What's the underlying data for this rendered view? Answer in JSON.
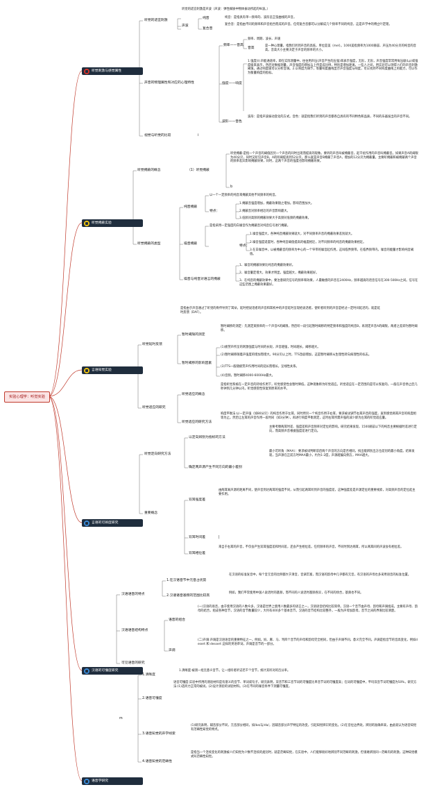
{
  "root": "实验心理学：听觉实验",
  "sections": [
    {
      "label": "听觉刺激与感觉属性",
      "icon": "red-block-icon"
    },
    {
      "label": "听觉掩蔽实验",
      "icon": "yellow-block-icon"
    },
    {
      "label": "言语知觉实验",
      "icon": "yellow-block-icon"
    },
    {
      "label": "言语的可辨度研究",
      "icon": "blue-block-icon"
    },
    {
      "label": "汉语的可懂度研究",
      "icon": "blue-block-icon"
    },
    {
      "label": "语音学研究",
      "icon": "blue-block-icon"
    }
  ],
  "s1": {
    "n_stimulus": "听觉的适宜刺激",
    "n_stimulus_text": "听觉的适宜刺激是声波（声波：弹性媒质中物体振动所起的纵波。）",
    "n_sound": "声波",
    "n_pure": "纯音",
    "n_pure_text": "纯音：是指具有单一频率的、波形呈正弦曲线的声音。",
    "n_complex": "复合音",
    "n_complex_text": "复合音：是指由不同的频率和声音组合而成的声音。任何复合音都可以分解成几个频率不同的纯音，这是声学中的傅立叶定理。",
    "n_relation": "声音的物理属性和对应的心理特性",
    "n_freq": "频率——音高",
    "n_freq_a": "频率、周期、波长、声速",
    "n_pitch": "音高",
    "n_pitch_text": "是一种心理量，指我们听到声音的高低，单位是美（mel）。1000美指频率为1000赫兹、声压为40分贝的纯音的音高。音高大小主要决定于声音的频率的大小。",
    "n_intensity": "强度——响度",
    "n_intensity_text": "1.强度(I):声能通道率，即在实际测量中，往往用声压(声音产生的压强)来表示强度，无形，无形，声音强度常常用每压级(Lp)或强度级来表示，然后对数据测量，声音强度的增加与上传是成比例，特别是增加距离，一些人之间，用实验可以测得人们的声音刺激阈值。通过响度级可以分析音调。2.以响度为调节，等量响度曲线显示声音强度与响度，可以找到不同响度曲线上的能力，可以作为衡量响度的指标。",
    "n_wave": "波形——音色",
    "n_wave_text": "波形：是指声波振动变化的方式。音色：就是指我们听到的声音都各自具有的不同特色和品质，不同的乐器发出的声音不同。",
    "n_compare": "视觉与听觉的比较",
    "n_compare_mark": "i"
  },
  "s2": {
    "n_concept": "听觉掩蔽的概念",
    "n_concept_def": "（1）听觉掩蔽",
    "n_concept_text": "听觉掩蔽:是指一个声音的阈值因另一个声音的同时出现而提高的现象。要听的声音叫被掩蔽音，起干扰作用的声音叫掩蔽音。如果声音A的阈限为40分贝，同时又听见声音B，A的听阈提高到52分贝，那么就是声音B掩蔽了声音A，增加的12分贝为掩蔽量。主要听掩蔽和被掩蔽两个声音的频率差异影响掩蔽效果，同时，这两个声音的强度也影响掩蔽效果。",
    "n_concept_mark": "b",
    "n_types": "听觉掩蔽的类型",
    "n_pure_mask": "纯音掩蔽",
    "n_pure_mask_a": "以一个一定频率的纯音来掩蔽其他不同频率的纯音。",
    "n_feature": "特点：",
    "n_pure_mask_b": "1.掩蔽音强度增加，掩蔽效果随之增加。影响范围加大。",
    "n_pure_mask_c": "2.掩蔽音对频率相近的声音影响最大。",
    "n_pure_mask_d": "3.低频对高频的掩蔽效果大于高频对低频的掩蔽效果。",
    "n_noise_mask": "噪音掩蔽",
    "n_noise_mask_a": "是指采用一定强度的白噪音作为掩蔽音对纯音信号进行掩蔽。",
    "n_noise_mask_b": "1.噪音强度大，各种纯音掩蔽效果就大，对不同频率声音的掩蔽效果差别就大。",
    "n_noise_mask_c": "2.噪音强度适度时，各种纯音阈值提高的幅度相近，对不同频率的纯音的掩蔽效果相近。",
    "n_noise_mask_d": "3.在白噪音中，以被掩蔽音的频率为中心的一个窄带的噪音起作用，这叫临界频带。在临界频带内，噪音的能量才影响纯音阈值。",
    "n_speech_mask": "噪音与纯音对语言的掩蔽",
    "n_speech_mask_a": "1、噪音的掩蔽效果比纯音的掩蔽效果好。",
    "n_speech_mask_b": "2、噪音量定增大，效果才明显，强度越大，掩蔽效果越好。",
    "n_speech_mask_c": "3、在纯音的掩蔽效果中，要注意研究信号的频率和效果，人最敏感的声音在2400Hz，频率越高的话音信号在300-500Hz之间。信号在这些范围上掩蔽效果最好。"
  },
  "s3": {
    "n_delay": "听觉延时反馈",
    "n_delay_text": "是指由于声音通过了听觉的骨传导到了耳朵，延时把说话者的声音和耳机中的声音延时呈现给说话者，使听者听到的声音是经过一定时间延迟的，就是延时反馈（DAF）。",
    "n_delay_define": "暂时阈限的测定",
    "n_delay_define_text": "暂时阈移的测定：先测定某频率的一个声音A的阈限，然后听一段引起暂时阈移的特定频率和强度的纯音B，再测定声音A的阈限，两者之差即为暂时阈移。",
    "n_delay_factor": "暂时阈移的影响因素",
    "n_delay_factor_a": "(1)疲劳声所呈的刺激强度与时间的长短，声音越强，时间越长，阈移越大。",
    "n_delay_factor_b": "(2)暂时阈移随着声强度的增加而增大。90分贝以上时，TTS急剧增加，这是暂时阈移从生理性转向病理性的标志。",
    "n_delay_factor_c": "(3)TTS一般随疲劳声作用时间的延长而增长，呈线性关系。",
    "n_delay_factor_d": "(4)音频，暂时阈移4000-6000Hz最大。",
    "n_adapt": "听觉适应的研究",
    "n_adapt_concept": "听觉适应的概念",
    "n_adapt_concept_text": "是指听觉系统在一定声音的持续作用下，听觉感受性会暂时降低，这种现象称为听觉适应。听觉适应在一定范围内是可以恢复的，一般在声音停止后几秒钟到几分钟以内，听觉感受性恢复到原来的水平。",
    "n_adapt_method": "听觉适应的研究方法",
    "n_adapt_method_text": "响度平衡法:以一定声强（如80分贝）的纯音作用于左耳，同时用另一个纯音作用于右耳，要求被试调节右耳声音的强度，直到感觉两耳声音的响度相等为止。然后让左耳的声音作用一段时间（如3分钟），再进行响度平衡测定，这时右耳所需声强的减少即为左耳的听觉适应量。"
  },
  "s4": {
    "n_method": "听觉定向研究方法",
    "n_method_a": "以定向辨别为指标的方法",
    "n_method_a_text": "主要考察两耳时差、强度差和声音频率对定位的影响。研究结果发现，1500赫兹以下的纯音主要根据时差进行定向，而高频声音根据强度差进行定向。",
    "n_method_b": "确定两声源产生不同方向的最小差别",
    "n_method_b_text": "最小可听角（MAA）：要求被试判断前后两个声音的方向是否相同，找出能辨别出方位差别的最小角度。结果发现，当声源在正前方时MAA最小，约为1-2度，声源越偏向侧方，MAA越大。",
    "n_concept": "重要概念",
    "n_concept_a": "双耳强度差",
    "n_concept_a_text": "由两耳离声源的距离不同，使声音到达两耳的强度不同，从而引起两耳听到声音的强度差，这种强度差是声源定位的重要线索，对高频声音的定位起主要作用。",
    "n_concept_b": "双耳时间差",
    "n_concept_c": "双耳相位差",
    "n_concept_c_text": "来自于右耳的声音，不仅会产生双耳强度差和时间差，还会产生相位差。任何频率的声音，不同时到达两耳，所以两耳间的声波会有相位差。"
  },
  "s5": {
    "n_status": "汉语语音的特点",
    "n_status_a": "1.在汉语音节中元音占优势",
    "n_status_a_text": "在汉语的标准发音中，每个音元音的比例都大于清音，音调丰富，而汉语的韵母中几乎都有元音，有汉语的声母也多采用语音的标准位置。",
    "n_status_b": "2.汉语语音基频的范围比较高",
    "n_status_b_text": "例如，我们平常使用中国人说话时的基频，而不同的人说话时基频各异，在不同的场合，基频也不同。",
    "n_feature": "汉语语音结构特点",
    "n_feature_a": "语音的组合",
    "n_feature_a_text": "(一)汉语的语音，由于使用汉语的人数众多，汉语是世界上使用人数最多的语言之一，汉语语音结构比较简单。汉语一个音节由声母、韵母和声调组成，主要有声母、韵母的结合，组成各种音节，汉语的音节数量较少，大约有400多个基本音节。汉语的音节结构比较整齐，一般为声母加韵母，音节之间的界限比较清楚。",
    "n_feature_b": "声调",
    "n_feature_b_text": "(二)声调:声调是汉语语音的重要特征之一，例如，妈、麻、马、骂四个音节的声母和韵母完全相同，但由于声调不同，意义完全不同。声调是指音节的音高变化，例如desert 和 dessert 这样的英语单词，声调是音节的一部分。",
    "n_hear": "可见语音的研究"
  },
  "s6": {
    "n_mark": "m",
    "n_clear": "1.清晰度",
    "n_clear_text": "1.清晰度:被测一组无意义音节，让一组听者听记若干个音节，统计其听对的百分率。",
    "n_intel": "2.语音可懂度",
    "n_intel_text": "语音可懂度:实验中所用的测验材料是有意义的音节、单词或句子，研究表明，双音节和三音节词的可懂度比单音节词的可懂度高；在词的可懂度中，平均双音节词可懂度为50%，研究方法:(1)选听力正常的被试。(2)设计测验的试验材料。(3)在不同的噪音条件下测量可懂度。",
    "n_perceive": "3.语音知觉的声学线索",
    "n_perceive_text": "(1)研究表明，辅音部分不同，元音部分相同，如/ba/与/da/，因辅音部分声学特征的改变，引起知觉辨识的变化。(2)在音位边界处，辨别的准确率高，由此就认为语音知觉有范畴性知觉的特点。",
    "n_factor": "4.语音知觉的范畴性",
    "n_factor_text": "是指当一个连续变化的刺激被人们知觉为少数不连续的类别时，就是范畴知觉，在实验中，人们能够很好地辨别不同范畴的刺激，但很难辨别同一范畴内的刺激，这种知觉模式叫范畴性知觉。"
  },
  "colors": {
    "root_border": "#c0392b",
    "section_bg": "#1f2d3d",
    "wire": "#6b6b6b",
    "root_wire": "#c0392b"
  }
}
